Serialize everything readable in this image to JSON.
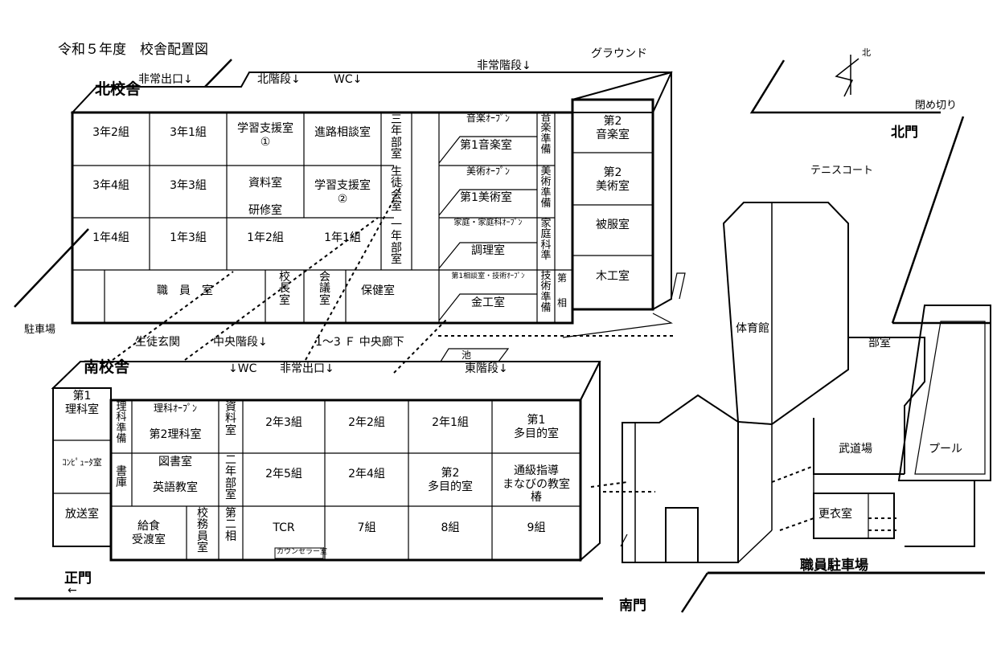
{
  "title": "令和５年度　校舎配置図",
  "north_building": {
    "name": "北校舎",
    "rooms": {
      "r3_2": "3年2組",
      "r3_1": "3年1組",
      "support1": "学習支援室\n①",
      "career": "進路相談室",
      "r3_4": "3年4組",
      "r3_3": "3年3組",
      "shiryo": "資料室",
      "kenshu": "研修室",
      "support2": "学習支援室\n②",
      "r1_4": "1年4組",
      "r1_3": "1年3組",
      "r1_2": "1年2組",
      "r1_1": "1年1組",
      "staff": "職　員　室",
      "principal": "校\n長\n室",
      "meeting": "会\n議\n室",
      "health": "保健室",
      "g3_room": "三\n年\n部\n室",
      "student_council": "生\n徒\n会\n室",
      "g1_room": "一\n年\n部\n室",
      "music_open": "音楽ｵｰﾌﾟﾝ",
      "music1": "第1音楽室",
      "art_open": "美術ｵｰﾌﾟﾝ",
      "art1": "第1美術室",
      "home_open": "家庭・家庭科ｵｰﾌﾟﾝ",
      "cooking": "調理室",
      "tech_open": "第1相談室・技術ｵｰﾌﾟﾝ",
      "metal": "金工室",
      "music_prep": "音\n楽\n準\n備",
      "art_prep": "美\n術\n準\n備",
      "home_prep": "家\n庭\n科\n準",
      "tech_prep": "技\n術\n準\n備",
      "dai": "第",
      "sou": "相",
      "music2": "第2\n音楽室",
      "art2": "第2\n美術室",
      "clothing": "被服室",
      "wood": "木工室"
    }
  },
  "south_building": {
    "name": "南校舎",
    "rooms": {
      "sci1": "第1\n理科室",
      "computer": "ｺﾝﾋﾟｭｰﾀ室",
      "broadcast": "放送室",
      "sci_prep": "理\n科\n準\n備",
      "sci_open": "理科ｵｰﾌﾟﾝ",
      "sci2": "第2理科室",
      "materials": "資\n料\n室",
      "r2_3": "2年3組",
      "r2_2": "2年2組",
      "r2_1": "2年1組",
      "multi1": "第1\n多目的室",
      "storage": "書\n庫",
      "library": "図書室",
      "english": "英語教室",
      "g2_room": "二\n年\n部\n室",
      "r2_5": "2年5組",
      "r2_4": "2年4組",
      "multi2": "第2\n多目的室",
      "tsukyu": "通級指導\nまなびの教室\n椿",
      "lunch": "給食\n受渡室",
      "office": "校\n務\n員\n室",
      "sou2": "第\n二\n相",
      "tcr": "TCR",
      "counselor": "カウンセラー室",
      "r7": "7組",
      "r8": "8組",
      "r9": "9組"
    }
  },
  "labels": {
    "north_exit": "非常出口↓",
    "north_stairs": "北階段↓",
    "wc_n": "WC↓",
    "emergency_stairs": "非常階段↓",
    "ground": "グラウンド",
    "north": "北",
    "closed": "閉め切り",
    "north_gate": "北門",
    "tennis": "テニスコート",
    "gym": "体育館",
    "club": "部室",
    "budo": "武道場",
    "pool": "プール",
    "locker": "更衣室",
    "parking": "駐車場",
    "entrance": "生徒玄関",
    "center_stairs": "中央階段↓",
    "corridor": "1～3 Ｆ 中央廊下",
    "pond": "池",
    "east_stairs": "東階段↓",
    "wc_s": "↓WC",
    "south_exit": "非常出口↓",
    "main_gate": "正門",
    "arrow_left": "←",
    "south_gate": "南門",
    "staff_parking": "職員駐車場"
  }
}
